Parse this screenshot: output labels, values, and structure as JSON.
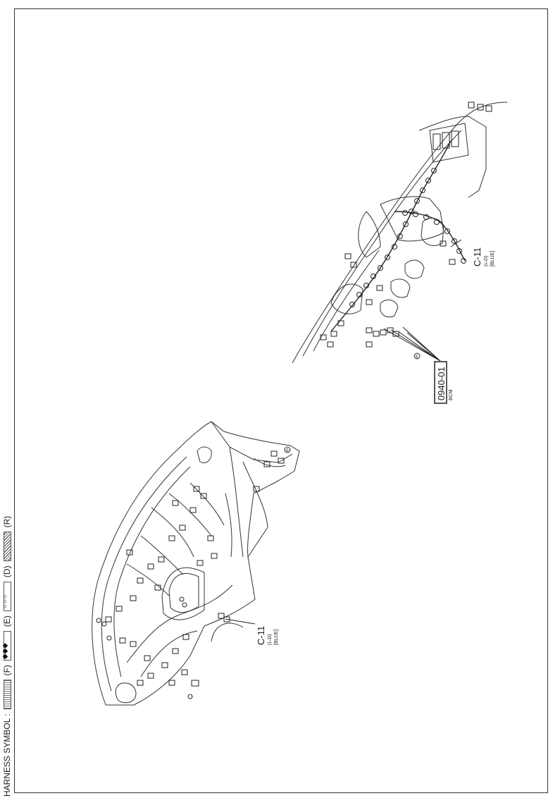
{
  "legend": {
    "prefix": "HARNESS SYMBOL :",
    "items": [
      {
        "code": "(F)",
        "pattern": "dotted"
      },
      {
        "code": "(E)",
        "pattern": "diamonds"
      },
      {
        "code": "(D)",
        "pattern": "circles"
      },
      {
        "code": "(R)",
        "pattern": "hatched"
      }
    ]
  },
  "callouts": {
    "c11_left": {
      "id": "C-11",
      "sub": "(I–D)",
      "color": "[BLUE]"
    },
    "c11_right": {
      "id": "C-11",
      "sub": "(I–D)",
      "color": "[BLUE]"
    },
    "bcm": {
      "id": "0940-01",
      "label": "BCM"
    }
  },
  "markers": {
    "b": "B",
    "e": "E"
  }
}
